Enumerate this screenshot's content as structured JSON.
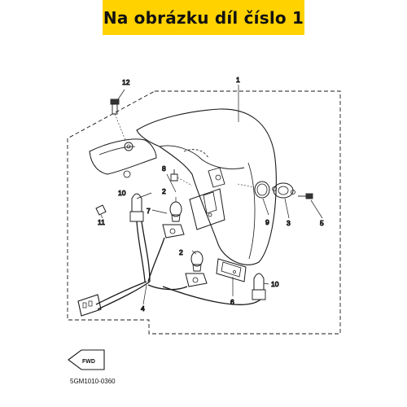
{
  "banner": {
    "text": "Na obrázku díl číslo 1",
    "background": "#ffd200"
  },
  "callouts": {
    "p1": "1",
    "p2a": "2",
    "p2b": "2",
    "p3": "3",
    "p4": "4",
    "p5": "5",
    "p6": "6",
    "p7": "7",
    "p8": "8",
    "p9": "9",
    "p10a": "10",
    "p10b": "10",
    "p11": "11",
    "p12": "12"
  },
  "fwd_label": "FWD",
  "figure_code": "5GM1010-0360"
}
